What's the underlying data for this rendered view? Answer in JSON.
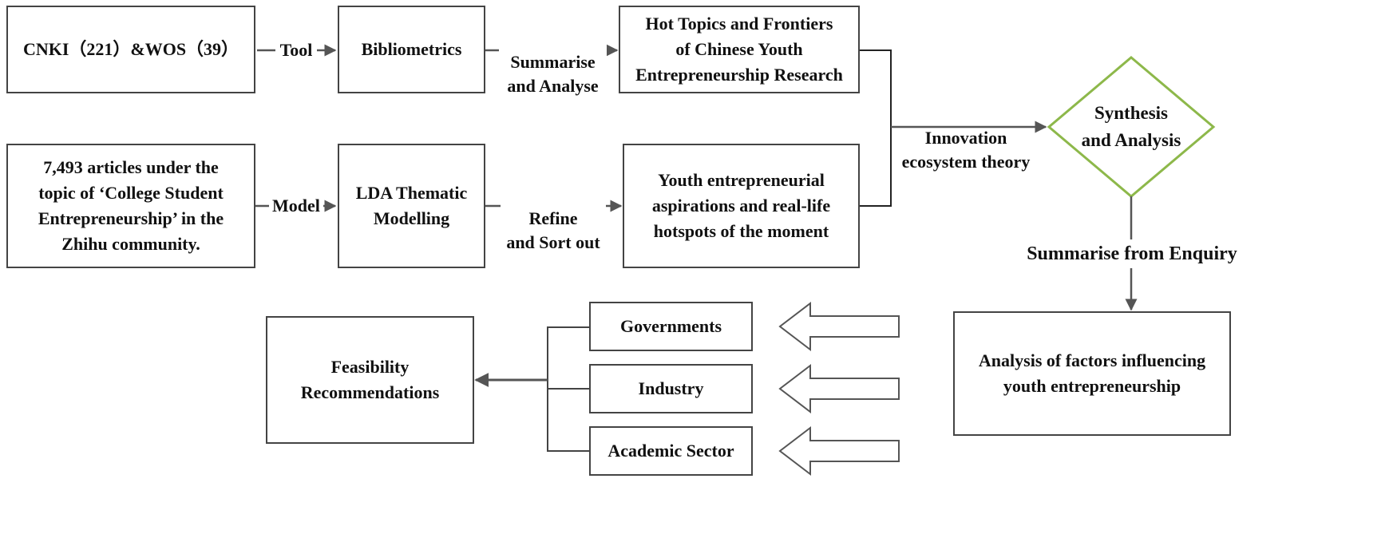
{
  "boxes": {
    "sources": "CNKI（221）&WOS（39）",
    "bibliometrics": "Bibliometrics",
    "hot_topics": "Hot Topics and Frontiers\nof Chinese Youth\nEntrepreneurship Research",
    "zhihu_articles": "7,493 articles under the\ntopic of ‘College Student\nEntrepreneurship’ in the\nZhihu community.",
    "lda": "LDA Thematic\nModelling",
    "youth_aspirations": "Youth entrepreneurial\naspirations and real-life\nhotspots of the moment",
    "synthesis": "Synthesis\nand Analysis",
    "factors": "Analysis of factors influencing\nyouth entrepreneurship",
    "governments": "Governments",
    "industry": "Industry",
    "academic": "Academic Sector",
    "feasibility": "Feasibility\nRecommendations"
  },
  "labels": {
    "tool": "Tool",
    "summarise_analyse": "Summarise\nand Analyse",
    "model": "Model",
    "refine_sort": "Refine\nand Sort out",
    "innovation": "Innovation\necosystem theory",
    "summarise_enquiry": "Summarise from Enquiry"
  },
  "colors": {
    "box_border": "#444444",
    "arrow": "#555555",
    "diamond_border": "#8db84a",
    "hollow_arrow": "#555555"
  }
}
